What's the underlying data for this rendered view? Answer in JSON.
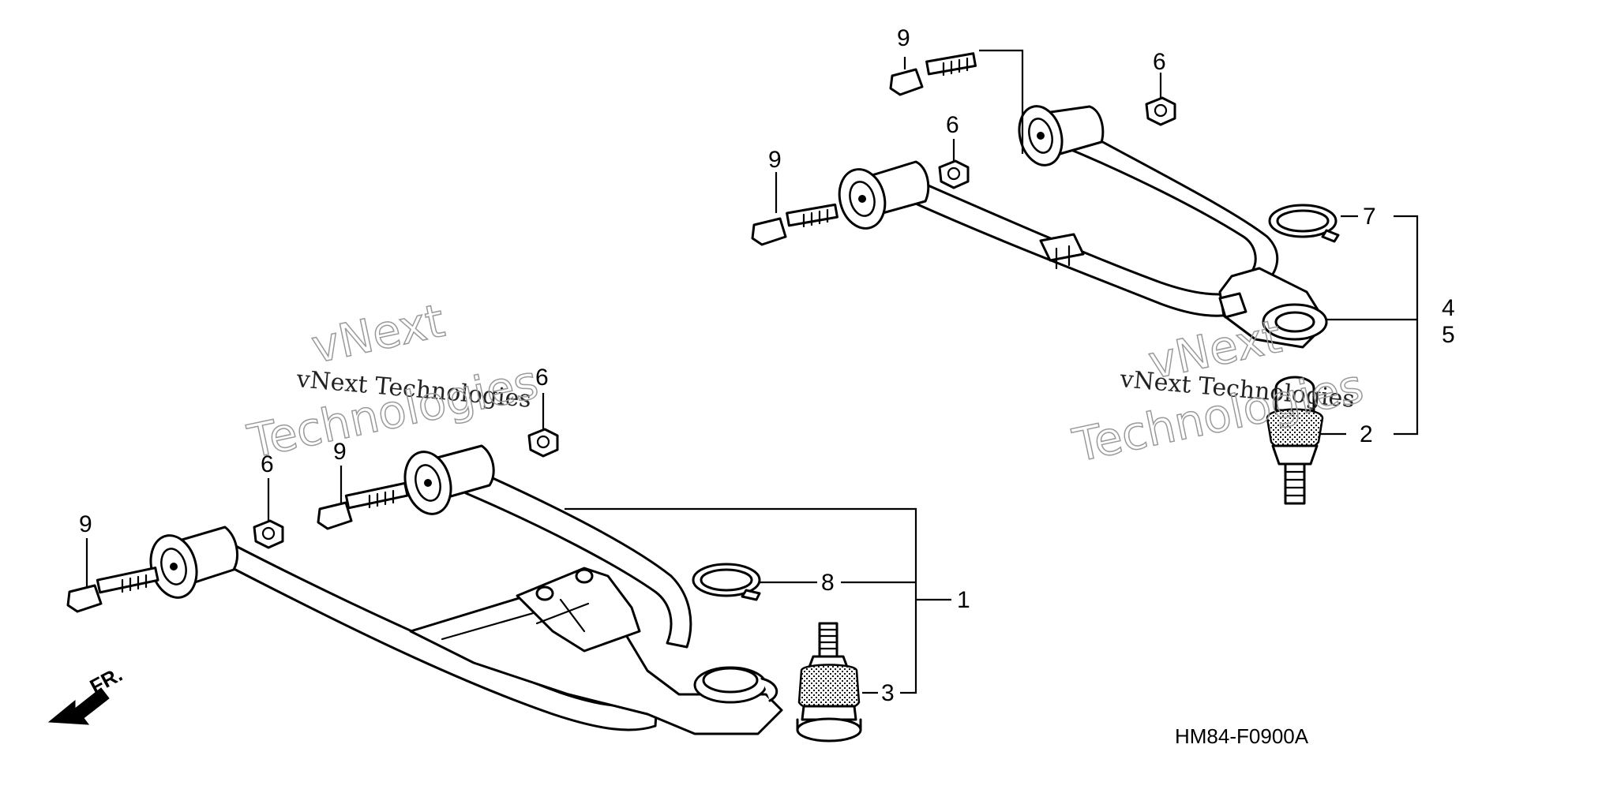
{
  "callouts": {
    "c1": "1",
    "c2": "2",
    "c3": "3",
    "c4": "4",
    "c5": "5",
    "c6a": "6",
    "c6b": "6",
    "c6c": "6",
    "c6d": "6",
    "c7": "7",
    "c8": "8",
    "c9a": "9",
    "c9b": "9",
    "c9c": "9",
    "c9d": "9"
  },
  "direction_label": "FR.",
  "diagram_code": "HM84-F0900A",
  "watermarks": [
    {
      "brand": "vNext",
      "small": "vNext Technologies",
      "big": "Technologies"
    },
    {
      "brand": "vNext",
      "small": "vNext Technologies",
      "big": "Technologies"
    }
  ],
  "colors": {
    "line": "#000000",
    "background": "#ffffff",
    "watermark": "#9a9a9a"
  }
}
